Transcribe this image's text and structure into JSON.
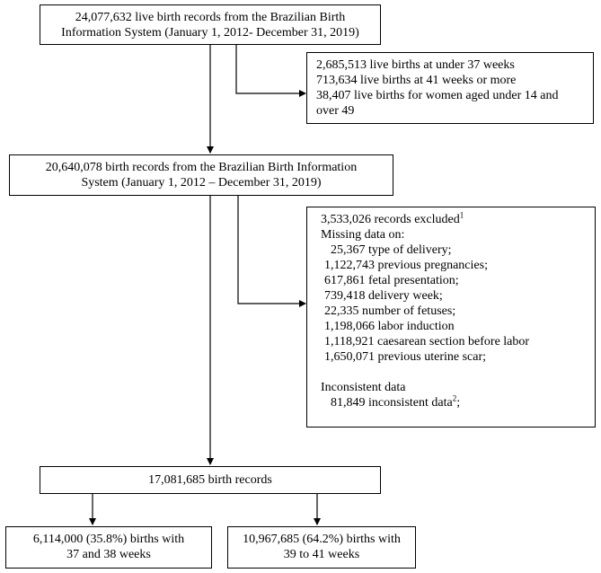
{
  "box1": {
    "line1": "24,077,632 live birth records from the Brazilian Birth",
    "line2": "Information System (January 1, 2012- December 31, 2019)"
  },
  "exclusion1": {
    "lines": [
      "2,685,513 live births at under 37 weeks",
      "713,634 live births at 41 weeks or more",
      "38,407 live births for women aged under 14 and",
      "over 49"
    ]
  },
  "box2": {
    "line1": "20,640,078 birth records from the Brazilian Birth Information",
    "line2": "System (January 1, 2012 – December 31, 2019)"
  },
  "exclusion2": {
    "header": "3,533,026 records excluded",
    "header_note": "1",
    "missing_title": "Missing data on:",
    "missing_items": [
      "25,367 type of delivery;",
      "1,122,743 previous pregnancies;",
      "617,861 fetal presentation;",
      "739,418 delivery week;",
      "22,335 number of fetuses;",
      "1,198,066 labor induction",
      "1,118,921 caesarean section before labor",
      "1,650,071 previous uterine scar;"
    ],
    "inconsistent_title": "Inconsistent data",
    "inconsistent_item": "81,849 inconsistent data",
    "inconsistent_note": "2",
    "inconsistent_suffix": ";"
  },
  "box3": {
    "text": "17,081,685 birth records"
  },
  "box4": {
    "line1": "6,114,000 (35.8%) births with",
    "line2": "37 and 38 weeks"
  },
  "box5": {
    "line1": "10,967,685 (64.2%) births with",
    "line2": "39 to 41 weeks"
  }
}
